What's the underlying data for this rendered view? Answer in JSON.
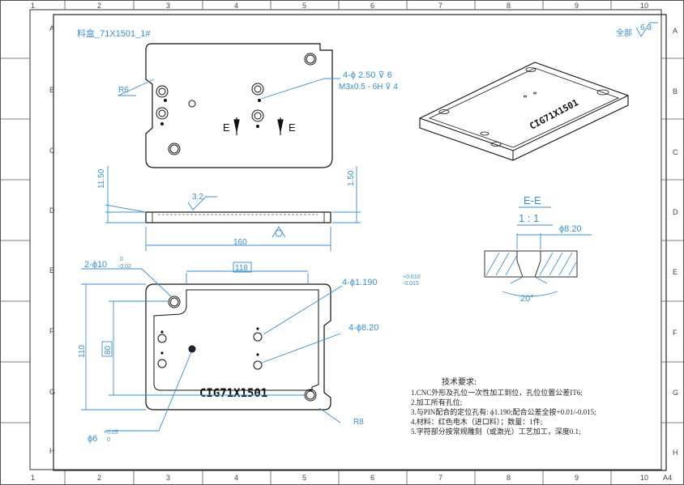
{
  "title": "料盒_71X1501_1#",
  "surface_finish": {
    "label": "全部",
    "value": "6.3"
  },
  "grid": {
    "columns": [
      "1",
      "2",
      "3",
      "4",
      "5",
      "6",
      "7",
      "8",
      "9",
      "10"
    ],
    "rows": [
      "A",
      "B",
      "C",
      "D",
      "E",
      "F",
      "G",
      "H"
    ],
    "sheet_size": "A4"
  },
  "top_view": {
    "radius_label": "R6",
    "hole_callout_1": "4-ϕ 2.50 ⊽ 6",
    "hole_callout_2": "M3x0.5 - 6H ⊽ 4",
    "section_mark": "E"
  },
  "side_view": {
    "dim_left": "11.50",
    "dim_right": "1.50",
    "dim_length": "160",
    "roughness": "3.2"
  },
  "section_view": {
    "title": "E-E",
    "scale": "1 : 1",
    "dia": "ϕ8.20",
    "angle": "20°"
  },
  "bottom_view": {
    "dim_pin": "2-ϕ10",
    "dim_pin_tol_upper": "0",
    "dim_pin_tol_lower": "-0.02",
    "dim_118": "118",
    "dim_110": "110",
    "dim_80": "80",
    "hole_1190": "4-ϕ1.190",
    "hole_1190_tol_upper": "+0.010",
    "hole_1190_tol_lower": "-0.015",
    "hole_820": "4-ϕ8.20",
    "engraving": "CIG71X1501",
    "dim_6": "ϕ6",
    "dim_6_tol_upper": "+0.05",
    "dim_6_tol_lower": "0",
    "radius_label": "R8"
  },
  "iso_view": {
    "engraving": "CIG71X1501"
  },
  "notes": {
    "heading": "技术要求:",
    "items": [
      "1.CNC外形及孔位一次性加工到位，孔位位置公差IT6;",
      "2.加工所有孔位;",
      "3.与PIN配合的定位孔有: ϕ1.190;配合公差全按+0.01/-0.015;",
      "4.材料：红色电木（进口料）；数量：1件;",
      "5.字符部分按常规雕刻（或激光）工艺加工，深度0.1;"
    ]
  }
}
